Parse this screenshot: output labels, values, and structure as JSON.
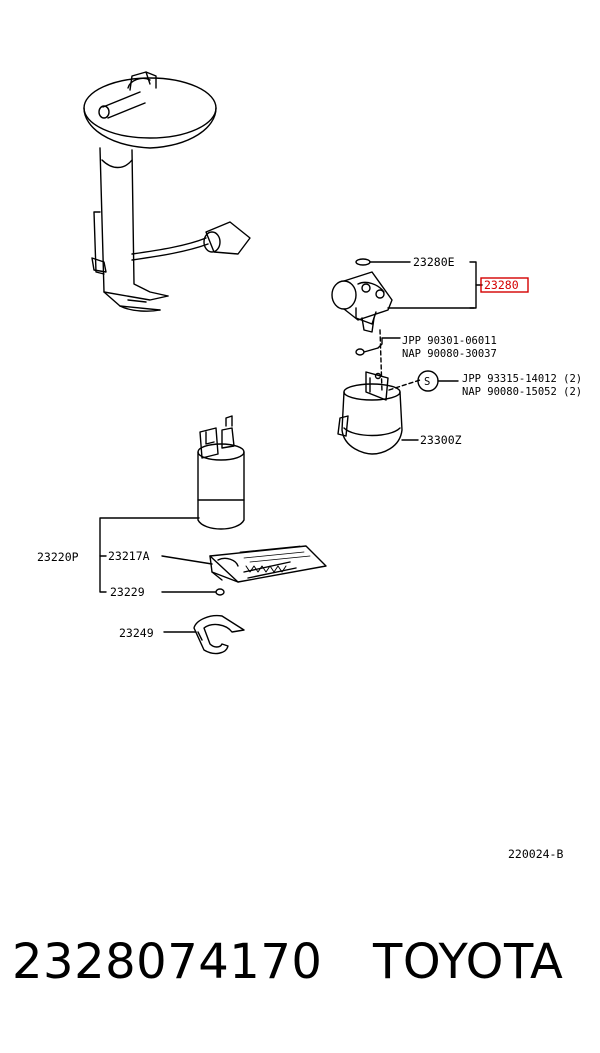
{
  "diagram": {
    "labels": {
      "l_23280E": "23280E",
      "l_23280": "23280",
      "l_jpp1": "JPP 90301-06011",
      "l_nap1": "NAP 90080-30037",
      "l_s": "S",
      "l_jpp2": "JPP 93315-14012 (2)",
      "l_nap2": "NAP 90080-15052 (2)",
      "l_23300Z": "23300Z",
      "l_23220P": "23220P",
      "l_23217A": "23217A",
      "l_23229": "23229",
      "l_23249": "23249",
      "l_code": "220024-B"
    },
    "highlight_color": "#d40000"
  },
  "footer": {
    "part_number": "2328074170",
    "brand": "TOYOTA"
  }
}
